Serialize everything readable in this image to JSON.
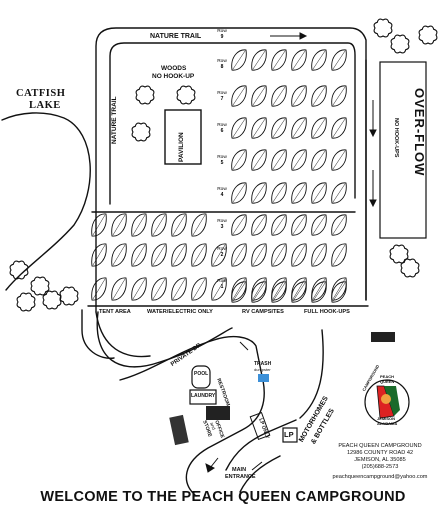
{
  "map": {
    "footer_title": "WELCOME TO THE PEACH QUEEN CAMPGROUND",
    "lake": {
      "line1": "CATFISH",
      "line2": "LAKE"
    },
    "nature_trail_top": "NATURE TRAIL",
    "nature_trail_side": "NATURE TRAIL",
    "woods": {
      "line1": "WOODS",
      "line2": "NO HOOK-UP"
    },
    "pavilion": "PAVILION",
    "overflow": {
      "title": "OVER-FLOW",
      "sub": "NO HOOK-UPS"
    },
    "row_prefix": "Row",
    "rows": [
      "9",
      "8",
      "7",
      "6",
      "5",
      "4",
      "3",
      "2",
      "1"
    ],
    "bottom_labels": {
      "tent_area": "TENT AREA",
      "water_electric": "WATER/ELECTRIC ONLY",
      "rv_campsites": "RV CAMPSITES",
      "full_hookups": "FULL HOOK-UPS"
    },
    "private_dr": "PRIVATE DR.",
    "pool": "POOL",
    "laundry": "LAUNDRY",
    "restroom": "RESTROOM",
    "store": {
      "line1": "STORE",
      "line2": "and",
      "line3": "OFFICE"
    },
    "trash": {
      "line1": "TRASH",
      "line2": "dumpster"
    },
    "lp_only": "LP ONLY",
    "lp": "LP",
    "motorhomes": {
      "line1": "MOTORHOMES",
      "line2": "& BOTTLES"
    },
    "main_entrance": {
      "line1": "MAIN",
      "line2": "ENTRANCE"
    },
    "logo": {
      "line1": "PEACH",
      "line2": "QUEEN",
      "arc": "CAMPGROUND",
      "line3": "JEMISON",
      "line4": "ALABAMA"
    },
    "address": {
      "name": "PEACH QUEEN CAMPGROUND",
      "street": "12986 COUNTY ROAD 42",
      "city": "JEMISON, AL  35085",
      "phone": "(205)688-2573",
      "email": "peachqueencampground@yahoo.com"
    }
  }
}
